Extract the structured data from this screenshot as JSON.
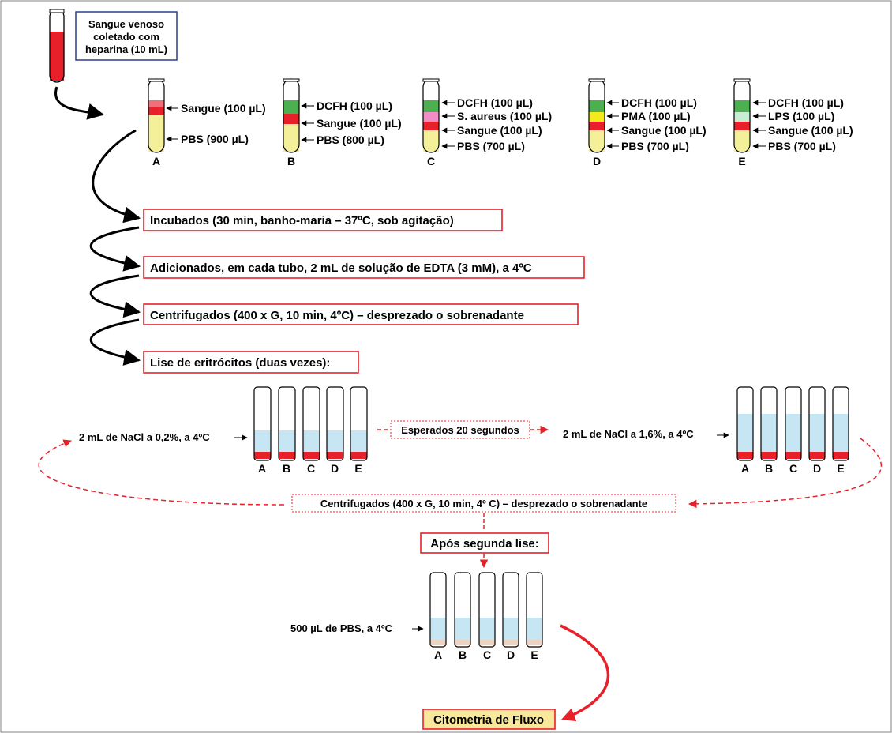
{
  "colors": {
    "blood": "#e8202a",
    "pbs": "#f4f09a",
    "dcfh": "#4caf50",
    "saureus": "#f08cc6",
    "pma": "#f2ea1c",
    "lps": "#c8ecd4",
    "liquid_blue": "#c6e6f4",
    "pellet_final": "#ecd4c4",
    "box_red": "#e8202a",
    "box_navy": "#2c3f8c",
    "final_fill": "#f8e89c"
  },
  "start_box": {
    "lines": [
      "Sangue venoso",
      "coletado com",
      "heparina (10 mL)"
    ]
  },
  "tubes": [
    {
      "letter": "A",
      "labels": [
        "Sangue (100 µL)",
        "PBS (900 µL)"
      ]
    },
    {
      "letter": "B",
      "labels": [
        "DCFH (100 µL)",
        "Sangue (100 µL)",
        "PBS (800 µL)"
      ]
    },
    {
      "letter": "C",
      "labels": [
        "DCFH (100 µL)",
        "S. aureus (100 µL)",
        "Sangue (100 µL)",
        "PBS (700 µL)"
      ]
    },
    {
      "letter": "D",
      "labels": [
        "DCFH (100 µL)",
        "PMA (100 µL)",
        "Sangue (100 µL)",
        "PBS (700 µL)"
      ]
    },
    {
      "letter": "E",
      "labels": [
        "DCFH (100 µL)",
        "LPS (100 µL)",
        "Sangue (100 µL)",
        "PBS (700 µL)"
      ]
    }
  ],
  "steps": [
    "Incubados (30 min, banho-maria – 37ºC, sob agitação)",
    "Adicionados, em cada tubo, 2 mL de solução de EDTA (3 mM), a 4ºC",
    "Centrifugados (400 x G, 10 min, 4ºC) – desprezado o sobrenadante",
    "Lise de eritrócitos (duas vezes):"
  ],
  "lysis": {
    "nacl_low": "2 mL de NaCl a 0,2%, a 4ºC",
    "wait": "Esperados 20 segundos",
    "nacl_high": "2 mL de NaCl a 1,6%, a 4ºC",
    "centrifuge": "Centrifugados (400 x G, 10 min, 4º C) – desprezado o sobrenadante",
    "after": "Após segunda lise:",
    "pbs_final": "500 µL de PBS, a 4ºC",
    "letters": [
      "A",
      "B",
      "C",
      "D",
      "E"
    ]
  },
  "final_step": "Citometria de Fluxo"
}
